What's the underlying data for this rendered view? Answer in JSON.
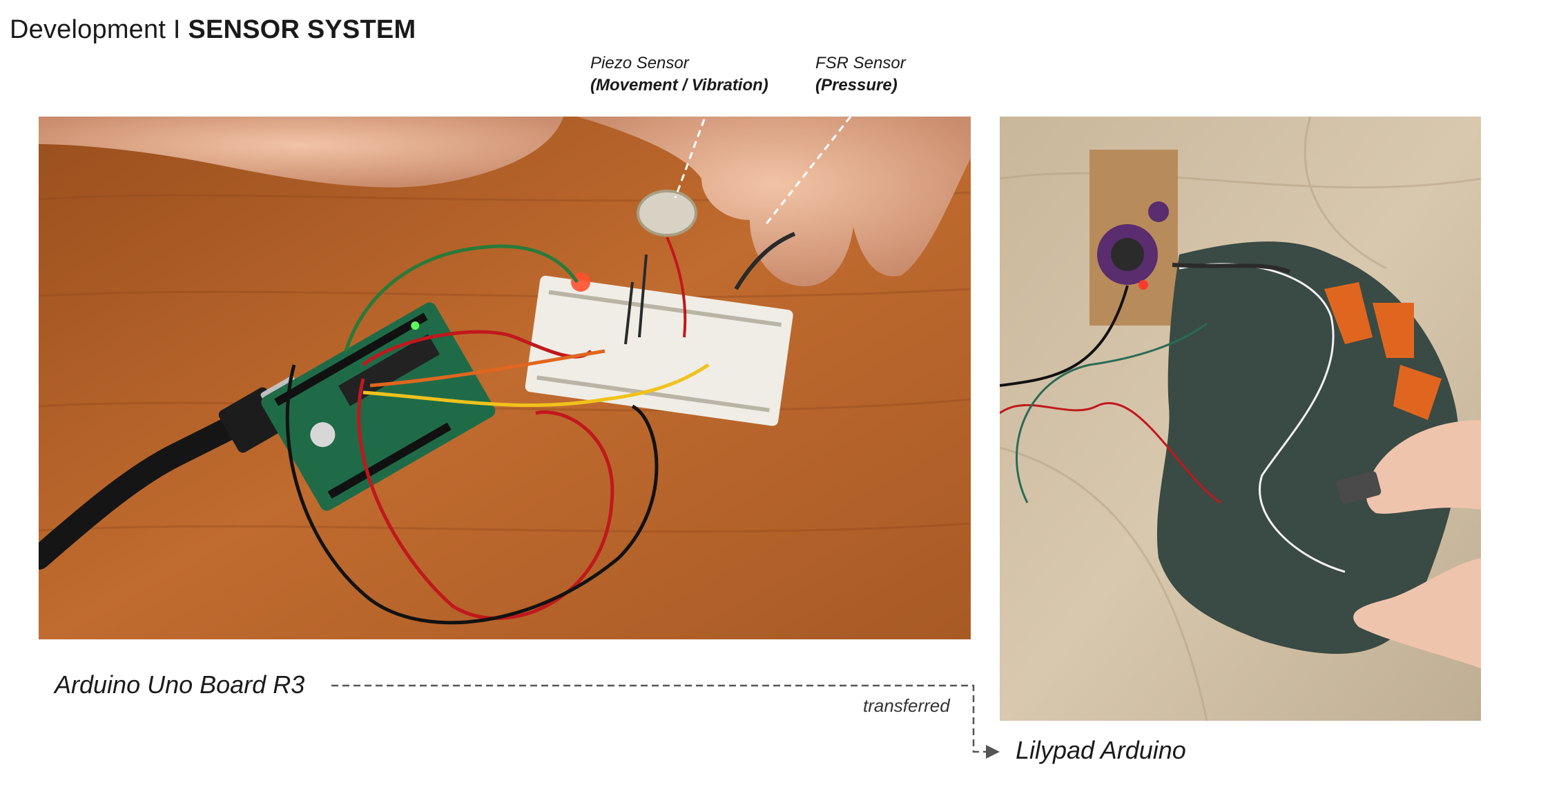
{
  "header": {
    "section": "Development",
    "separator": "I",
    "topic": "SENSOR SYSTEM"
  },
  "callouts": {
    "piezo": {
      "name": "Piezo Sensor",
      "role": "(Movement / Vibration)"
    },
    "fsr": {
      "name": "FSR Sensor",
      "role": "(Pressure)"
    }
  },
  "labels": {
    "uno": "Arduino Uno Board R3",
    "transferred": "transferred",
    "lilypad": "Lilypad Arduino"
  },
  "photos": {
    "left": "photo of Arduino Uno prototype on breadboard",
    "right": "photo of Lilypad Arduino sewn onto garment"
  },
  "colors": {
    "wood": "#b5652a",
    "fabric": "#cdbba0",
    "garment": "#3a4a44",
    "print": "#e0661f",
    "board_green": "#1f6b48",
    "lilypad_purple": "#5a2d6e"
  }
}
